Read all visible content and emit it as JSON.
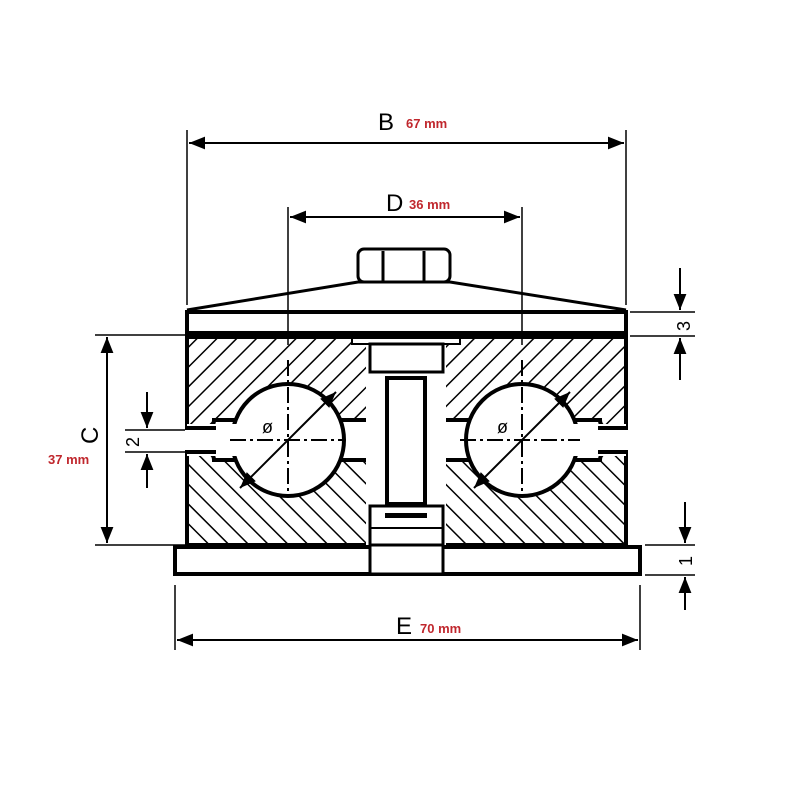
{
  "dimensions": {
    "B": {
      "letter": "B",
      "value": "67 mm"
    },
    "D": {
      "letter": "D",
      "value": "36 mm"
    },
    "C": {
      "letter": "C",
      "value": "37 mm"
    },
    "E": {
      "letter": "E",
      "value": "70 mm"
    },
    "top_plate": "3",
    "gap": "2",
    "base_plate": "1"
  },
  "diameter_symbol": "ø",
  "colors": {
    "annotation": "#c0272d",
    "line": "#000000"
  }
}
